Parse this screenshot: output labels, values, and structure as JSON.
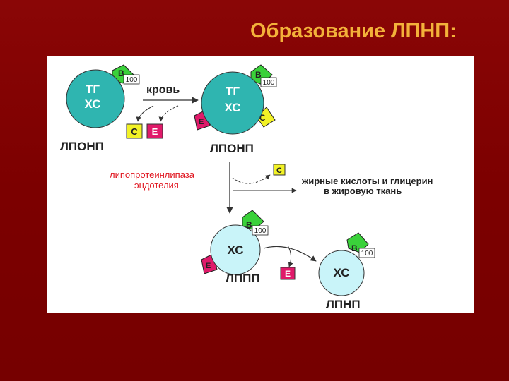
{
  "title": "Образование ЛПНП:",
  "colors": {
    "background": "#7a0000",
    "title": "#f3b13a",
    "particle": "#2fb5b0",
    "apoB": "#3ad13a",
    "apoC": "#f2f226",
    "apoE": "#e01a6a",
    "enzyme": "#e0141e"
  },
  "diagram": {
    "vldl1": {
      "core_lines": [
        "ТГ",
        "ХС"
      ],
      "label": "ЛПОНП",
      "apo_b": "В",
      "apo_b_sub": "100",
      "free_c": "С",
      "free_e": "Е"
    },
    "blood": "кровь",
    "vldl2": {
      "core_lines": [
        "ТГ",
        "ХС"
      ],
      "label": "ЛПОНП",
      "apo_b": "В",
      "apo_b_sub": "100",
      "apo_c": "С",
      "apo_e": "Е"
    },
    "enzyme_lines": [
      "липопротеинлипаза",
      "эндотелия"
    ],
    "released_c": "С",
    "products_lines": [
      "жирные кислоты и глицерин",
      "в жировую ткань"
    ],
    "idl": {
      "core": "ХС",
      "label": "ЛППП",
      "apo_b": "В",
      "apo_b_sub": "100",
      "apo_e": "Е",
      "free_e": "Е"
    },
    "ldl": {
      "core": "ХС",
      "label": "ЛПНП",
      "apo_b": "В",
      "apo_b_sub": "100"
    }
  }
}
